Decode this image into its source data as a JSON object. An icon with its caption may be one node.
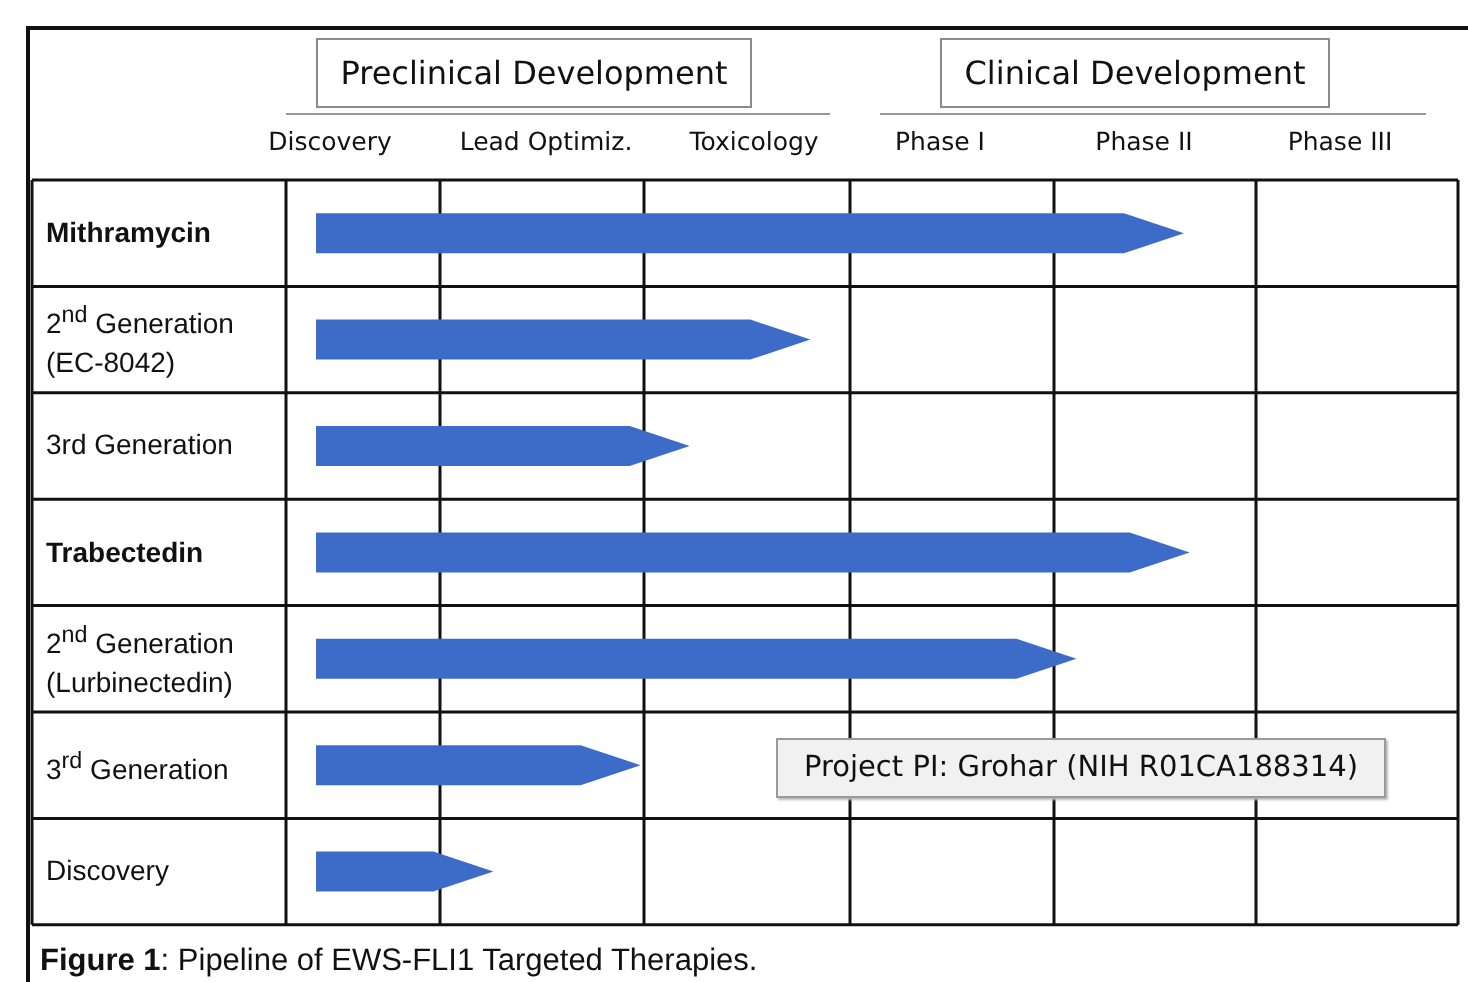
{
  "diagram": {
    "caption": "**Figure 1**: Pipeline of EWS-FLI1 Targeted Therapies.",
    "nodes": [
      {
        "text": [
          "Preclinical Development"
        ]
      },
      {
        "text": [
          "Clinical Development"
        ]
      },
      {
        "text": [
          "Project PI: Grohar (NIH R01CA188314)"
        ]
      }
    ],
    "labels": [
      "Discovery",
      "Lead Optimiz.",
      "Toxicology",
      "Phase I",
      "Phase II",
      "Phase III",
      "**Mithramycin**",
      "2$^{nd}$ Generation (EC-8042)",
      "3rd Generation",
      "**Trabectedin**",
      "2$^{nd}$ Generation (Lurbinectedin)",
      "3$^{rd}$ Generation",
      "Discovery"
    ]
  }
}
